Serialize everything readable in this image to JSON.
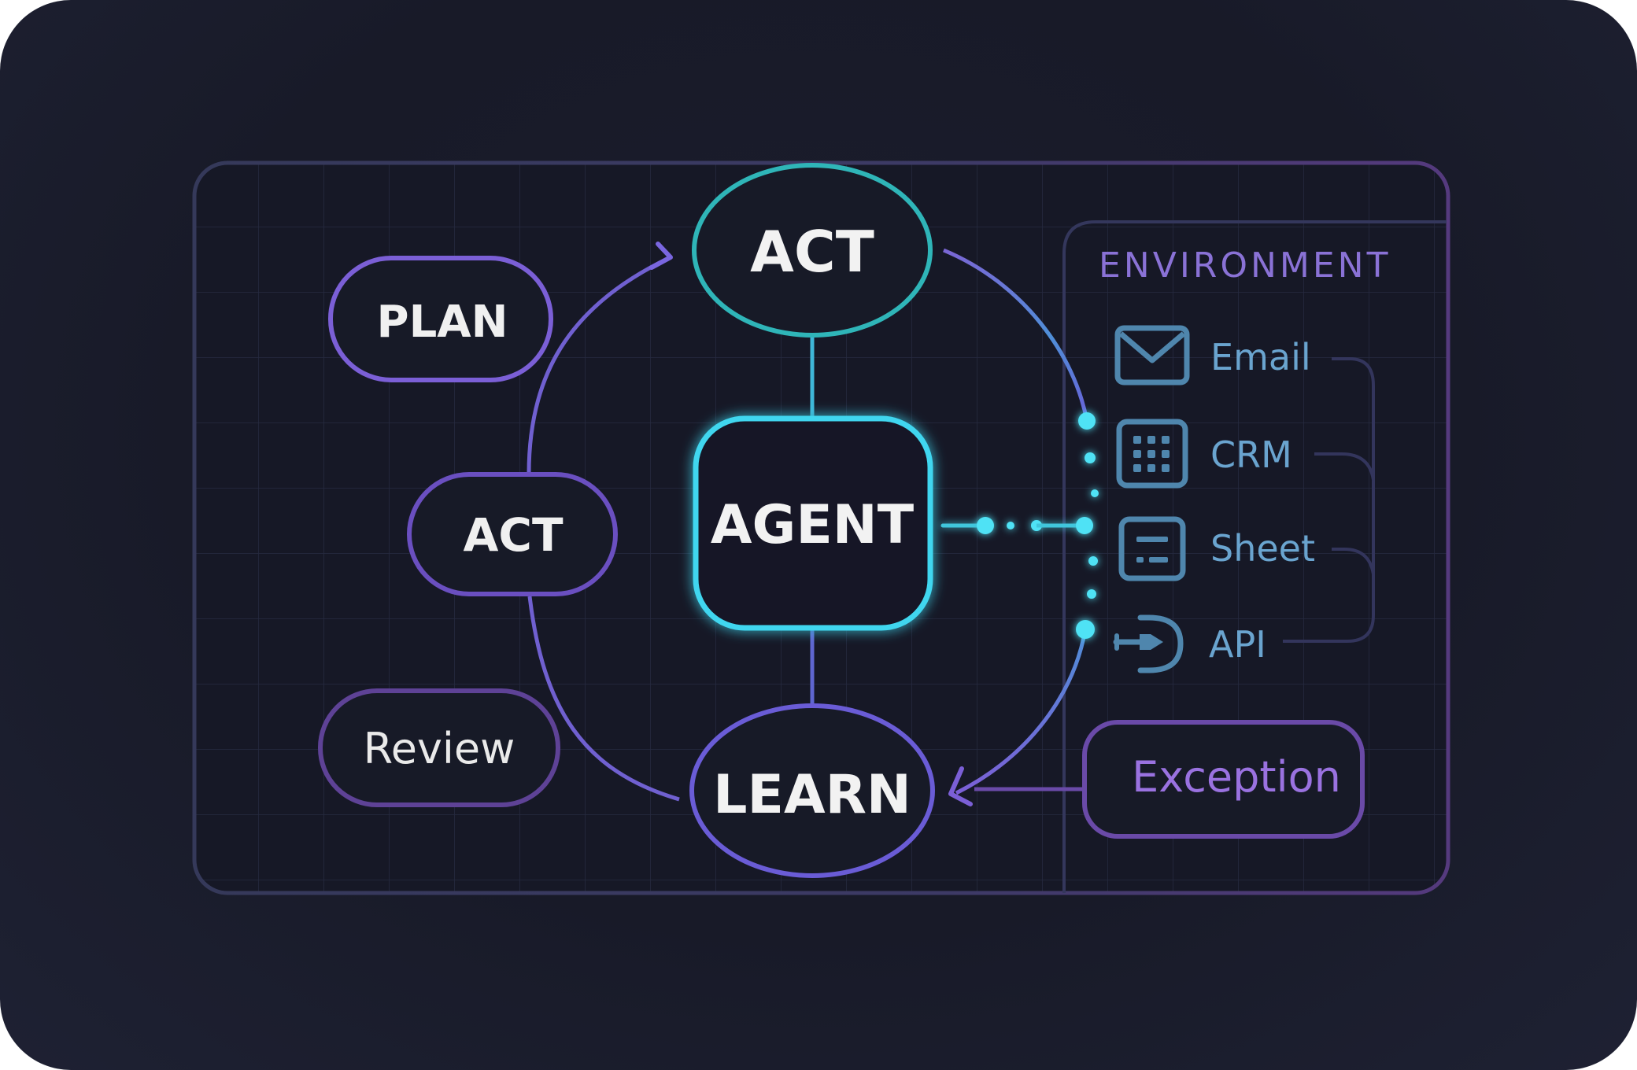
{
  "diagram": {
    "cycle_nodes": {
      "top": "ACT",
      "center": "AGENT",
      "bottom": "LEARN"
    },
    "side_nodes": {
      "plan": "PLAN",
      "act": "ACT",
      "review": "Review"
    },
    "environment": {
      "title": "ENVIRONMENT",
      "items": [
        {
          "label": "Email",
          "icon": "envelope-icon"
        },
        {
          "label": "CRM",
          "icon": "grid-icon"
        },
        {
          "label": "Sheet",
          "icon": "sheet-icon"
        },
        {
          "label": "API",
          "icon": "plug-icon"
        }
      ]
    },
    "exception": "Exception",
    "colors": {
      "background": "#1b1d2c",
      "frame": "#3a3d63",
      "frame_accent": "#5a3f86",
      "teal": "#2fb5b8",
      "cyan": "#3fd6ef",
      "purple": "#7b5fd6",
      "purple_dim": "#6a4aa8",
      "env_blue": "#6aa4cf",
      "env_title": "#8a72d6",
      "text": "#f0f0f0"
    }
  }
}
